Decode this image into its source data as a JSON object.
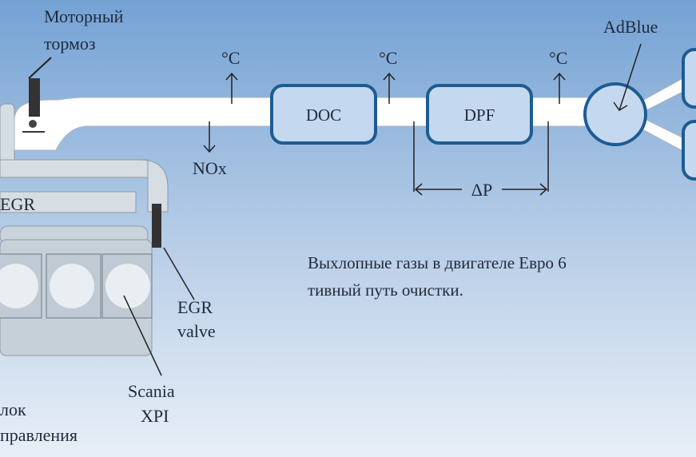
{
  "labels": {
    "engine_brake_line1": "Моторный",
    "engine_brake_line2": "тормоз",
    "temp1": "°C",
    "temp2": "°C",
    "temp3": "°C",
    "nox": "NOx",
    "doc": "DOC",
    "dpf": "DPF",
    "delta_p": "ΔP",
    "adblue": "AdBlue",
    "egr": "EGR",
    "egr_valve_line1": "EGR",
    "egr_valve_line2": "valve",
    "scania_xpi_line1": "Scania",
    "scania_xpi_line2": "XPI",
    "control_unit_line1": "лок",
    "control_unit_line2": "правления"
  },
  "caption": {
    "line1": "Выхлопные газы в двигателе Евро 6",
    "line2": "тивный путь очистки."
  },
  "colors": {
    "bg_top": "#74a2d4",
    "bg_bottom": "#e8eff8",
    "box_stroke": "#1d5c93",
    "box_fill": "#c4d9ef",
    "pipe": "#ffffff"
  }
}
